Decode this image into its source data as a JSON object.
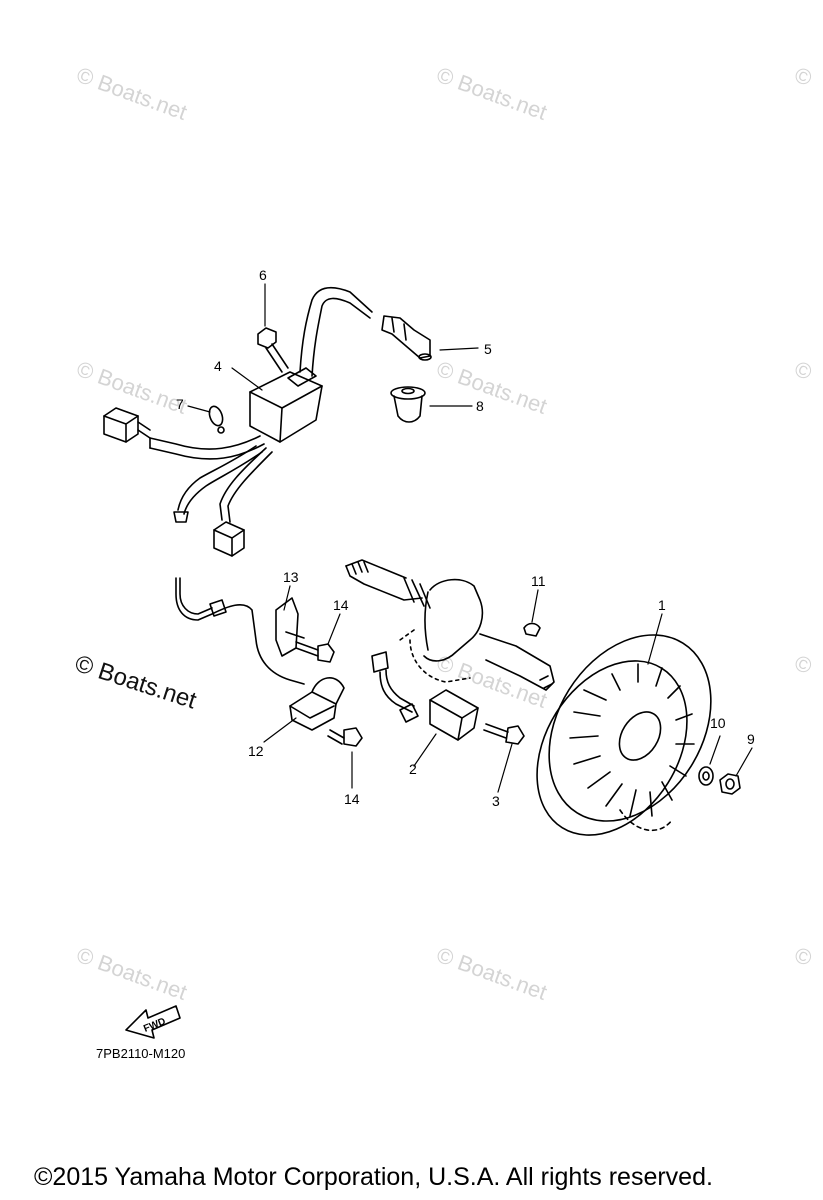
{
  "watermark": {
    "text": "© Boats.net",
    "symbol": "©"
  },
  "callouts": {
    "p1": "1",
    "p2": "2",
    "p3": "3",
    "p4": "4",
    "p5": "5",
    "p6": "6",
    "p7": "7",
    "p8": "8",
    "p9": "9",
    "p10": "10",
    "p11": "11",
    "p12": "12",
    "p13": "13",
    "p14a": "14",
    "p14b": "14"
  },
  "fwd_label": "FWD",
  "diagram_code": "7PB2110-M120",
  "copyright": "©2015 Yamaha Motor Corporation, U.S.A. All rights reserved.",
  "colors": {
    "line": "#000000",
    "watermark": "#d4d4d4"
  }
}
